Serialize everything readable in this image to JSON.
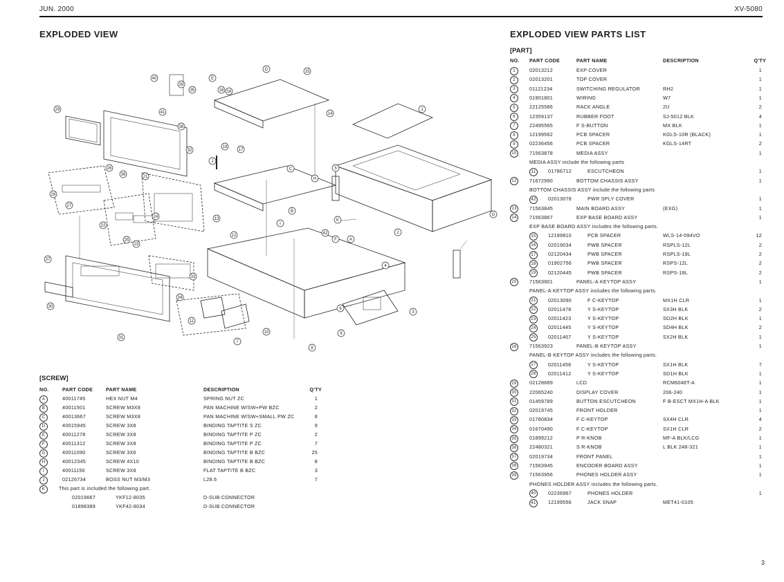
{
  "header": {
    "date": "JUN. 2000",
    "model": "XV-5080"
  },
  "left_title": "EXPLODED VIEW",
  "right_title": "EXPLODED VIEW PARTS LIST",
  "parts_sub": "[PART]",
  "screw_sub": "[SCREW]",
  "page_number": "3",
  "parts_headers": {
    "no": "NO.",
    "code": "PART CODE",
    "name": "PART NAME",
    "desc": "DESCRIPTION",
    "qty": "Q'TY"
  },
  "parts": [
    {
      "no": "1",
      "code": "02013212",
      "name": "EXP COVER",
      "desc": "",
      "qty": "1"
    },
    {
      "no": "2",
      "code": "02013201",
      "name": "TOP COVER",
      "desc": "",
      "qty": "1"
    },
    {
      "no": "3",
      "code": "01121234",
      "name": "SWITCHING REGULATOR",
      "desc": "RH2",
      "qty": "1"
    },
    {
      "no": "4",
      "code": "01901801",
      "name": "WIRING",
      "desc": "W7",
      "qty": "1"
    },
    {
      "no": "5",
      "code": "22125586",
      "name": "RACK ANGLE",
      "desc": "2U",
      "qty": "2"
    },
    {
      "no": "6",
      "code": "12359137",
      "name": "RUBBER FOOT",
      "desc": "SJ-5012 BLK",
      "qty": "4"
    },
    {
      "no": "7",
      "code": "22495565",
      "name": "F S-BUTTON",
      "desc": "MX BLK",
      "qty": "1"
    },
    {
      "no": "8",
      "code": "12199562",
      "name": "PCB SPACER",
      "desc": "KGLS-10R (BLACK)",
      "qty": "1"
    },
    {
      "no": "9",
      "code": "02236456",
      "name": "PCB SPACER",
      "desc": "KGLS-14RT",
      "qty": "2"
    },
    {
      "no": "10",
      "code": "71563878",
      "name": "MEDIA ASSY",
      "desc": "",
      "qty": "1"
    },
    {
      "note": "MEDIA ASSY include the following parts"
    },
    {
      "no": "11",
      "code": "01786712",
      "name": "ESCUTCHEON",
      "desc": "",
      "qty": "1",
      "indent": true
    },
    {
      "no": "12",
      "code": "71672990",
      "name": "BOTTOM CHASSIS ASSY",
      "desc": "",
      "qty": "1"
    },
    {
      "note": "BOTTOM CHASSIS ASSY include the following parts"
    },
    {
      "no": "42",
      "code": "02013078",
      "name": "PWR SPLY COVER",
      "desc": "",
      "qty": "1",
      "indent": true
    },
    {
      "no": "13",
      "code": "71563845",
      "name": "MAIN BOARD ASSY",
      "desc": "(EXG)",
      "qty": "1"
    },
    {
      "no": "14",
      "code": "71563867",
      "name": "EXP BASE BOARD ASSY",
      "desc": "",
      "qty": "1"
    },
    {
      "note": "EXP BASE BOARD ASSY includes the following parts."
    },
    {
      "no": "15",
      "code": "12189810",
      "name": "PCB SPACER",
      "desc": "WLS-14-094VO",
      "qty": "12",
      "indent": true
    },
    {
      "no": "16",
      "code": "02019034",
      "name": "PWB SPACER",
      "desc": "RSPLS-12L",
      "qty": "2",
      "indent": true
    },
    {
      "no": "17",
      "code": "02120434",
      "name": "PWB SPACER",
      "desc": "RSPLS-18L",
      "qty": "2",
      "indent": true
    },
    {
      "no": "18",
      "code": "01902756",
      "name": "PWB SPACER",
      "desc": "RSPS-12L",
      "qty": "2",
      "indent": true
    },
    {
      "no": "19",
      "code": "02120445",
      "name": "PWB SPACER",
      "desc": "RSPS-18L",
      "qty": "2",
      "indent": true
    },
    {
      "no": "20",
      "code": "71563901",
      "name": "PANEL-A KEYTOP ASSY",
      "desc": "",
      "qty": "1"
    },
    {
      "note": "PANEL-A KEYTOP ASSY includes the following parts."
    },
    {
      "no": "21",
      "code": "02013090",
      "name": "F C-KEYTOP",
      "desc": "MX1H CLR",
      "qty": "1",
      "indent": true
    },
    {
      "no": "22",
      "code": "02011478",
      "name": "Y S-KEYTOP",
      "desc": "SX3H BLK",
      "qty": "2",
      "indent": true
    },
    {
      "no": "23",
      "code": "02011423",
      "name": "Y S-KEYTOP",
      "desc": "SD2H BLK",
      "qty": "1",
      "indent": true
    },
    {
      "no": "24",
      "code": "02011445",
      "name": "Y S-KEYTOP",
      "desc": "SD4H BLK",
      "qty": "2",
      "indent": true
    },
    {
      "no": "25",
      "code": "02011467",
      "name": "Y S-KEYTOP",
      "desc": "SX2H BLK",
      "qty": "1",
      "indent": true
    },
    {
      "no": "26",
      "code": "71563923",
      "name": "PANEL-B KEYTOP ASSY",
      "desc": "",
      "qty": "1"
    },
    {
      "note": "PANEL-B KEYTOP ASSY includes the following parts."
    },
    {
      "no": "27",
      "code": "02011456",
      "name": "Y S-KEYTOP",
      "desc": "SX1H BLK",
      "qty": "7",
      "indent": true
    },
    {
      "no": "28",
      "code": "02011412",
      "name": "Y S-KEYTOP",
      "desc": "SD1H BLK",
      "qty": "1",
      "indent": true
    },
    {
      "no": "29",
      "code": "02128689",
      "name": "LCD",
      "desc": "RCM6048T-A",
      "qty": "1"
    },
    {
      "no": "30",
      "code": "22065240",
      "name": "DISPLAY COVER",
      "desc": "206-240",
      "qty": "1"
    },
    {
      "no": "31",
      "code": "01459789",
      "name": "BUTTON ESCUTCHEON",
      "desc": "F B-ESCT MX1H-A BLK",
      "qty": "1"
    },
    {
      "no": "32",
      "code": "02019745",
      "name": "FRONT HOLDER",
      "desc": "",
      "qty": "1"
    },
    {
      "no": "33",
      "code": "01780834",
      "name": "F C-KEYTOP",
      "desc": "SX4H CLR",
      "qty": "4"
    },
    {
      "no": "34",
      "code": "01670490",
      "name": "F C-KEYTOP",
      "desc": "SX1H CLR",
      "qty": "2"
    },
    {
      "no": "35",
      "code": "01899212",
      "name": "P R-KNOB",
      "desc": "MF-A BLK/LCG",
      "qty": "1"
    },
    {
      "no": "36",
      "code": "22480321",
      "name": "S R-KNOB",
      "desc": "L BLK 248-321",
      "qty": "1"
    },
    {
      "no": "37",
      "code": "02019734",
      "name": "FRONT PANEL",
      "desc": "",
      "qty": "1"
    },
    {
      "no": "38",
      "code": "71563945",
      "name": "ENCODER BOARD ASSY",
      "desc": "",
      "qty": "1"
    },
    {
      "no": "39",
      "code": "71563956",
      "name": "PHONES HOLDER ASSY",
      "desc": "",
      "qty": "1"
    },
    {
      "note": "PHONES HOLDER ASSY includes the following parts."
    },
    {
      "no": "40",
      "code": "02236967",
      "name": "PHONES HOLDER",
      "desc": "",
      "qty": "1",
      "indent": true
    },
    {
      "no": "41",
      "code": "12199556",
      "name": "JACK SNAP",
      "desc": "MET41-0105",
      "qty": "",
      "indent": true
    }
  ],
  "screw_headers": {
    "no": "NO.",
    "code": "PART CODE",
    "name": "PART NAME",
    "desc": "DESCRIPTION",
    "qty": "Q'TY"
  },
  "screws": [
    {
      "no": "A",
      "code": "40011745",
      "name": "HEX NUT M4",
      "desc": "SPRING NUT ZC",
      "qty": "1"
    },
    {
      "no": "B",
      "code": "40011501",
      "name": "SCREW M3X8",
      "desc": "PAN MACHINE W/SW+PW BZC",
      "qty": "2"
    },
    {
      "no": "C",
      "code": "40013667",
      "name": "SCREW M3X8",
      "desc": "PAN MACHINE W/SW+SMALL PW ZC",
      "qty": "8"
    },
    {
      "no": "D",
      "code": "40015945",
      "name": "SCREW 3X8",
      "desc": "BINDING TAPTITE S ZC",
      "qty": "9"
    },
    {
      "no": "E",
      "code": "40011278",
      "name": "SCREW 3X8",
      "desc": "BINDING TAPTITE P ZC",
      "qty": "2"
    },
    {
      "no": "F",
      "code": "40011312",
      "name": "SCREW 3X8",
      "desc": "BINDING TAPTITE P ZC",
      "qty": "7"
    },
    {
      "no": "G",
      "code": "40011090",
      "name": "SCREW 3X6",
      "desc": "BINDING TAPTITE B BZC",
      "qty": "25"
    },
    {
      "no": "H",
      "code": "40012345",
      "name": "SCREW 4X10",
      "desc": "BINDING TAPTITE B BZC",
      "qty": "8"
    },
    {
      "no": "I",
      "code": "40011156",
      "name": "SCREW 3X8",
      "desc": "FLAT TAPTITE B BZC",
      "qty": "3"
    },
    {
      "no": "J",
      "code": "02126734",
      "name": "BOSS NUT M3/M3",
      "desc": "L28.6",
      "qty": "7"
    },
    {
      "no": "K",
      "note": "This part is included the following part."
    },
    {
      "code": "02019667",
      "name": "YKF12-8035",
      "desc": "D-SUB CONNECTOR",
      "qty": "",
      "indent": true
    },
    {
      "code": "01898389",
      "name": "YKF42-8034",
      "desc": "D-SUB CONNECTOR",
      "qty": "",
      "indent": true
    }
  ],
  "callouts": [
    "1",
    "2",
    "3",
    "4",
    "5",
    "6",
    "7",
    "8",
    "9",
    "10",
    "11",
    "12",
    "13",
    "14",
    "15",
    "16",
    "17",
    "18",
    "19",
    "20",
    "21",
    "22",
    "23",
    "24",
    "25",
    "26",
    "27",
    "28",
    "29",
    "30",
    "31",
    "32",
    "33",
    "34",
    "35",
    "36",
    "37",
    "38",
    "39",
    "40",
    "41",
    "42",
    "A",
    "B",
    "C",
    "D",
    "E",
    "F",
    "G",
    "H",
    "I",
    "J",
    "K"
  ]
}
